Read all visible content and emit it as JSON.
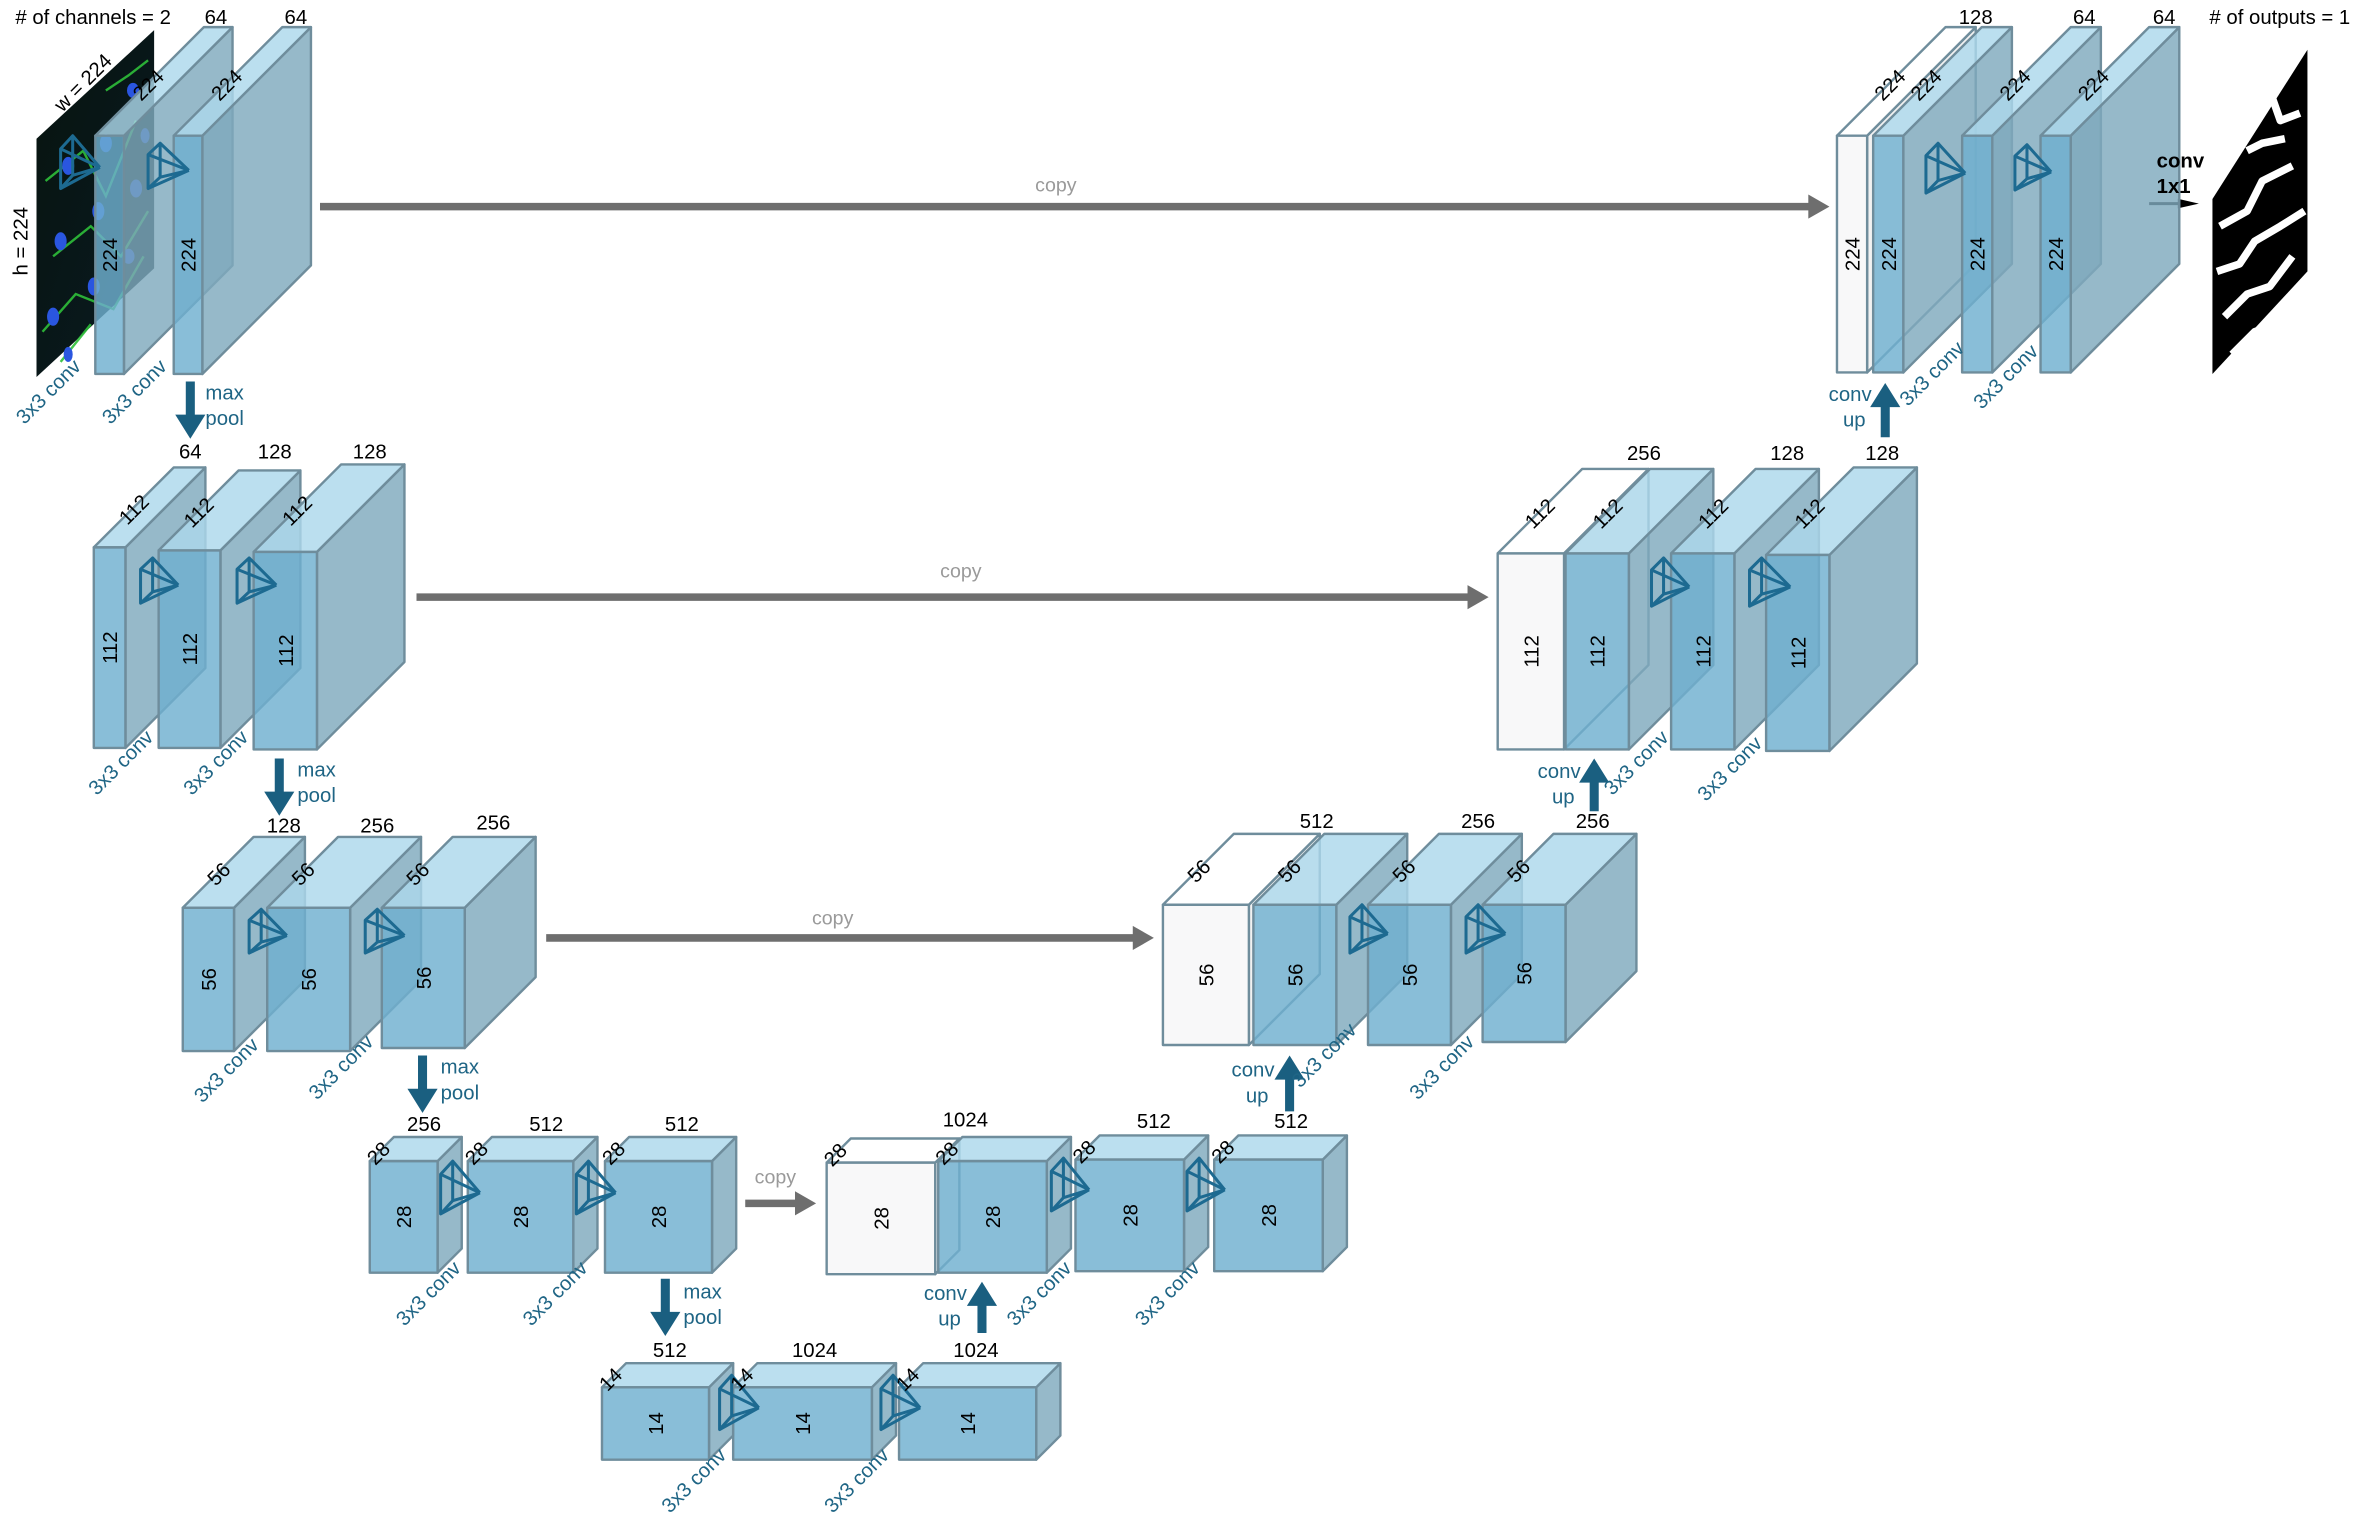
{
  "title_left": "# of channels = 2",
  "title_right": "# of outputs = 1",
  "input": {
    "w_label": "w = 224",
    "h_label": "h = 224"
  },
  "conv1x1": {
    "line1": "conv",
    "line2": "1x1"
  },
  "ops": {
    "conv3": "3x3 conv",
    "maxpool": {
      "line1": "max",
      "line2": "pool"
    },
    "convup": {
      "line1": "conv",
      "line2": "up"
    },
    "copy": "copy"
  },
  "blocks": {
    "enc1_1": {
      "channels": "64",
      "size": "224"
    },
    "enc1_2": {
      "channels": "64",
      "size": "224"
    },
    "enc2_1": {
      "channels": "64",
      "size": "112"
    },
    "enc2_2": {
      "channels": "128",
      "size": "112"
    },
    "enc2_3": {
      "channels": "128",
      "size": "112"
    },
    "enc3_1": {
      "channels": "128",
      "size": "56"
    },
    "enc3_2": {
      "channels": "256",
      "size": "56"
    },
    "enc3_3": {
      "channels": "256",
      "size": "56"
    },
    "enc4_1": {
      "channels": "256",
      "size": "28"
    },
    "enc4_2": {
      "channels": "512",
      "size": "28"
    },
    "enc4_3": {
      "channels": "512",
      "size": "28"
    },
    "bott_1": {
      "channels": "512",
      "size": "14"
    },
    "bott_2": {
      "channels": "1024",
      "size": "14"
    },
    "bott_3": {
      "channels": "1024",
      "size": "14"
    },
    "dec4_copy": {
      "channels": "1024",
      "size": "28"
    },
    "dec4_up": {
      "size": "28"
    },
    "dec4_2": {
      "channels": "512",
      "size": "28"
    },
    "dec4_3": {
      "channels": "512",
      "size": "28"
    },
    "dec3_copy": {
      "channels": "512",
      "size": "56"
    },
    "dec3_up": {
      "size": "56"
    },
    "dec3_2": {
      "channels": "256",
      "size": "56"
    },
    "dec3_3": {
      "channels": "256",
      "size": "56"
    },
    "dec2_copy": {
      "channels": "256",
      "size": "112"
    },
    "dec2_up": {
      "size": "112"
    },
    "dec2_2": {
      "channels": "128",
      "size": "112"
    },
    "dec2_3": {
      "channels": "128",
      "size": "112"
    },
    "dec1_copy": {
      "channels": "128",
      "size": "224"
    },
    "dec1_up": {
      "size": "224"
    },
    "dec1_2": {
      "channels": "64",
      "size": "224"
    },
    "dec1_3": {
      "channels": "64",
      "size": "224"
    }
  },
  "colors": {
    "block_front": "#6fb0d0",
    "block_top": "#acd8ec",
    "block_side": "#7fa9bd",
    "edge": "#6f8d9c",
    "op_text": "#1f6585",
    "arrow_blue": "#1a5f80",
    "copy_arrow": "#6e6e6e"
  }
}
